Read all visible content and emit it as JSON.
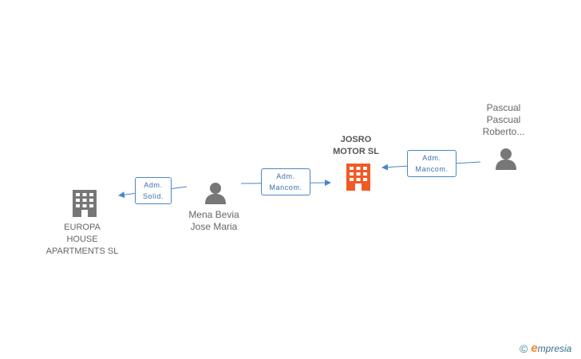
{
  "nodes": {
    "europa": {
      "lines": [
        "EUROPA",
        "HOUSE",
        "APARTMENTS SL"
      ],
      "type": "company",
      "color": "#777777",
      "icon": "building-icon"
    },
    "mena": {
      "lines": [
        "Mena Bevia",
        "Jose Maria"
      ],
      "type": "person",
      "color": "#777777",
      "icon": "person-icon"
    },
    "josro": {
      "lines": [
        "JOSRO",
        "MOTOR SL"
      ],
      "type": "company",
      "color": "#f15a24",
      "icon": "building-icon"
    },
    "pascual": {
      "lines": [
        "Pascual",
        "Pascual",
        "Roberto..."
      ],
      "type": "person",
      "color": "#777777",
      "icon": "person-icon"
    }
  },
  "edges": [
    {
      "from": "mena",
      "to": "europa",
      "label": [
        "Adm.",
        "Solid."
      ]
    },
    {
      "from": "mena",
      "to": "josro",
      "label": [
        "Adm.",
        "Mancom."
      ]
    },
    {
      "from": "pascual",
      "to": "josro",
      "label": [
        "Adm.",
        "Mancom."
      ]
    }
  ],
  "colors": {
    "edge": "#4a86c8",
    "accent": "#f15a24",
    "node": "#777777"
  },
  "footer": {
    "copyright": "©",
    "brand_initial": "e",
    "brand_rest": "mpresia"
  }
}
